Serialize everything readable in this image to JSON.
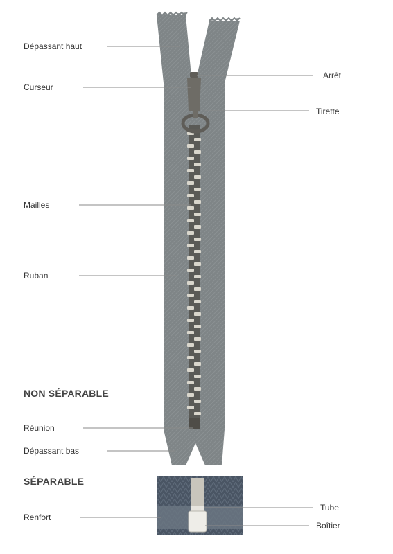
{
  "labels": {
    "depassant_haut": "Dépassant haut",
    "curseur": "Curseur",
    "mailles": "Mailles",
    "ruban": "Ruban",
    "reunion": "Réunion",
    "depassant_bas": "Dépassant bas",
    "renfort": "Renfort",
    "arret": "Arrêt",
    "tirette": "Tirette",
    "tube": "Tube",
    "boitier": "Boîtier"
  },
  "sections": {
    "non_separable": "NON SÉPARABLE",
    "separable": "SÉPARABLE"
  },
  "colors": {
    "tape": "#7f8587",
    "tape_dark": "#6b7173",
    "teeth_metal": "#d9d6cc",
    "teeth_dark": "#5a5a56",
    "slider": "#6e6c66",
    "separable_tape": "#4a5564",
    "leader_line": "#8a8a8a"
  }
}
